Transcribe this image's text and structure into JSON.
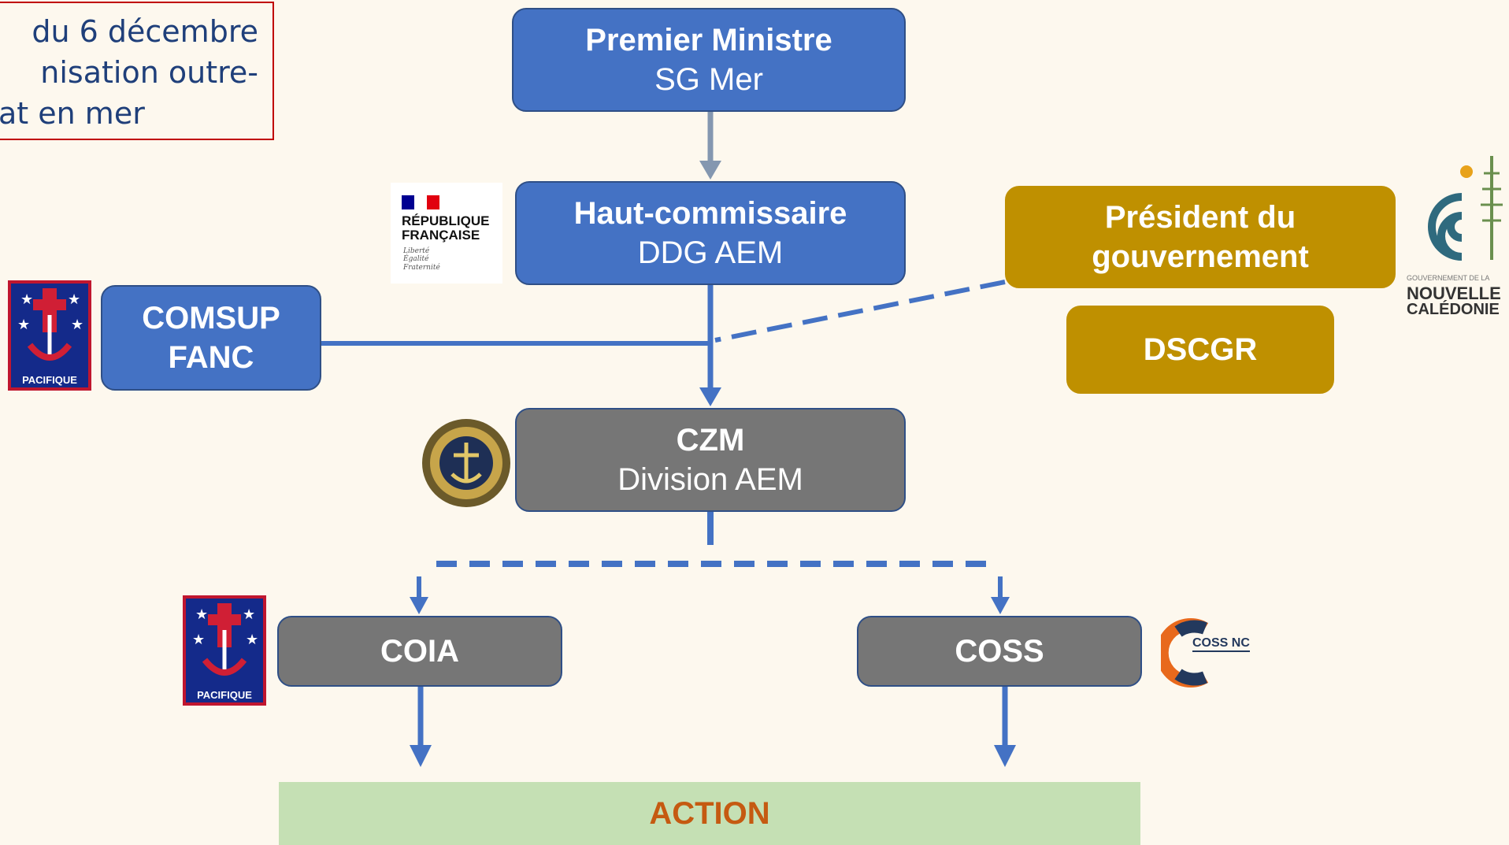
{
  "note": {
    "lines": [
      "du 6 décembre",
      "nisation  outre-",
      "at en mer"
    ]
  },
  "nodes": {
    "premier": {
      "title": "Premier Ministre",
      "subtitle": "SG Mer"
    },
    "haut": {
      "title": "Haut-commissaire",
      "subtitle": "DDG AEM"
    },
    "comsup": {
      "title": "COMSUP",
      "title2": "FANC"
    },
    "president": {
      "title": "Président du",
      "title2": "gouvernement"
    },
    "dscgr": {
      "title": "DSCGR"
    },
    "czm": {
      "title": "CZM",
      "subtitle": "Division AEM"
    },
    "coia": {
      "title": "COIA"
    },
    "coss": {
      "title": "COSS"
    },
    "action": {
      "title": "ACTION"
    }
  },
  "logos": {
    "republique": {
      "line1": "RÉPUBLIQUE",
      "line2": "FRANÇAISE",
      "motto": [
        "Liberté",
        "Égalité",
        "Fraternité"
      ]
    },
    "pacifique": "PACIFIQUE",
    "nouvelle_caledonie": {
      "line0": "GOUVERNEMENT DE LA",
      "line1": "NOUVELLE",
      "line2": "CALÉDONIE"
    },
    "coss_nc": "COSS NC"
  },
  "colors": {
    "blue": "#4472c4",
    "grey": "#767676",
    "gold": "#bf9000",
    "action_bg": "#c5e0b4",
    "action_text": "#c55a11",
    "connector_blue": "#4472c4",
    "connector_grey": "#8497b0"
  }
}
